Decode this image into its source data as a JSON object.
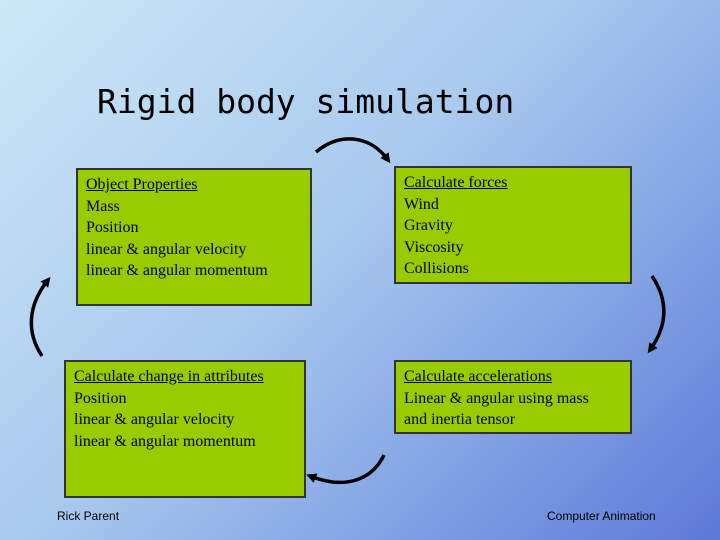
{
  "title": "Rigid body simulation",
  "boxes": {
    "object_properties": {
      "heading": "Object Properties",
      "lines": [
        "Mass",
        "Position",
        "linear & angular velocity",
        "linear & angular momentum"
      ]
    },
    "calculate_forces": {
      "heading": "Calculate forces",
      "lines": [
        "Wind",
        "Gravity",
        "Viscosity",
        "Collisions"
      ]
    },
    "calculate_change": {
      "heading": "Calculate change in attributes",
      "lines": [
        "Position",
        "linear & angular velocity",
        "linear & angular momentum"
      ]
    },
    "calculate_accelerations": {
      "heading": "Calculate accelerations",
      "lines": [
        "Linear & angular using  mass",
        "and inertia tensor"
      ]
    }
  },
  "footer": {
    "left": "Rick Parent",
    "right": "Computer Animation"
  },
  "colors": {
    "box_fill": "#99cc00",
    "arrow": "#000000"
  }
}
